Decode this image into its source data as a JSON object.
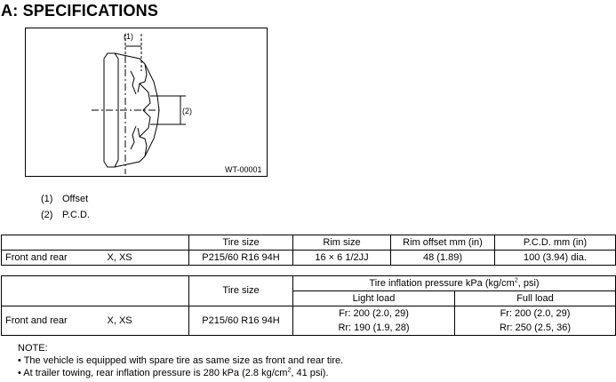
{
  "heading": "A:  SPECIFICATIONS",
  "figure": {
    "label_1": "(1)",
    "label_2": "(2)",
    "code": "WT-00001"
  },
  "legend": [
    {
      "num": "(1)",
      "text": "Offset"
    },
    {
      "num": "(2)",
      "text": "P.C.D."
    }
  ],
  "table1": {
    "headers": [
      "",
      "",
      "Tire size",
      "Rim size",
      "Rim offset mm (in)",
      "P.C.D. mm (in)"
    ],
    "row": [
      "Front and rear",
      "X, XS",
      "P215/60 R16 94H",
      "16 × 6 1/2JJ",
      "48 (1.89)",
      "100 (3.94) dia."
    ]
  },
  "table2": {
    "tire_size_header": "Tire size",
    "pressure_header_prefix": "Tire inflation pressure kPa (kg/cm",
    "pressure_header_sup": "2",
    "pressure_header_suffix": ", psi)",
    "light_load": "Light load",
    "full_load": "Full load",
    "row_label": "Front and rear",
    "model": "X, XS",
    "tire_size": "P215/60 R16 94H",
    "light_fr": "Fr: 200 (2.0, 29)",
    "light_rr": "Rr: 190 (1.9, 28)",
    "full_fr": "Fr: 200 (2.0, 29)",
    "full_rr": "Rr: 250 (2.5, 36)"
  },
  "notes": {
    "title": "NOTE:",
    "note1": "• The vehicle is equipped with spare tire as same size as front and rear tire.",
    "note2_prefix": "• At trailer towing, rear inflation pressure is 280 kPa (2.8 kg/cm",
    "note2_sup": "2",
    "note2_suffix": ", 41 psi)."
  }
}
